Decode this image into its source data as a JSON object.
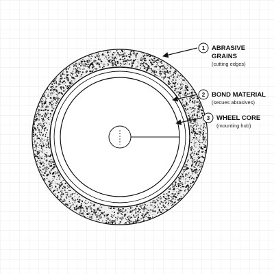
{
  "colors": {
    "background": "#ffffff",
    "grid": "#e6e6e6",
    "ink": "#111111",
    "abrasive_fill": "#ededed"
  },
  "callouts": [
    {
      "number": "1",
      "title_lines": [
        "ABRASIVE",
        "GRAINS"
      ],
      "subtitle": "(cutting edges)"
    },
    {
      "number": "2",
      "title_lines": [
        "BOND MATERIAL"
      ],
      "subtitle": "(secues abrasives)"
    },
    {
      "number": "3",
      "title_lines": [
        "WHEEL CORE"
      ],
      "subtitle": "(mounting hub)"
    }
  ]
}
